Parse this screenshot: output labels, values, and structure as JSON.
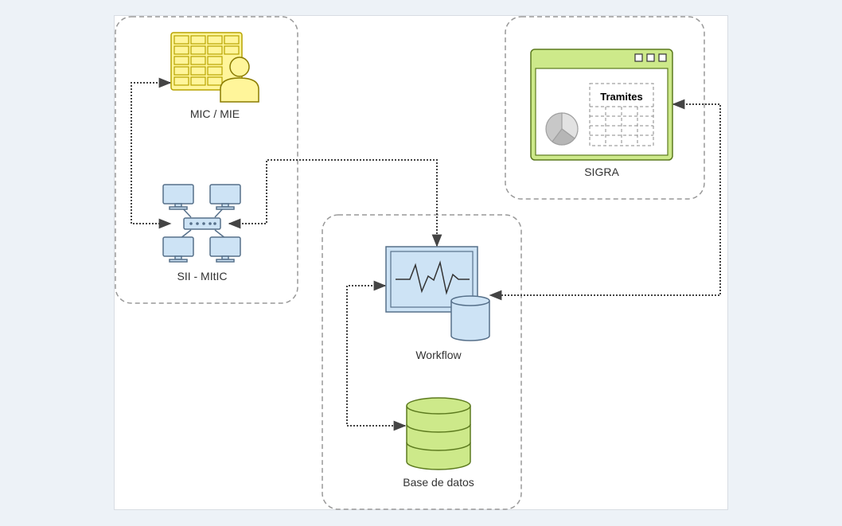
{
  "nodes": {
    "mic": {
      "label": "MIC / MIE"
    },
    "sii": {
      "label": "SII - MItIC"
    },
    "sigra": {
      "label": "SIGRA",
      "panel_title": "Tramites"
    },
    "workflow": {
      "label": "Workflow"
    },
    "database": {
      "label": "Base de datos"
    }
  },
  "colors": {
    "background": "#edf2f7",
    "group_border": "#999999",
    "connector": "#444444",
    "yellow_fill": "#fff59a",
    "yellow_stroke": "#b7a300",
    "green_fill": "#cde98a",
    "green_stroke": "#5c7a1e",
    "blue_fill": "#cde3f5",
    "blue_stroke": "#56708a"
  },
  "icons": [
    "spreadsheet-user-icon",
    "network-computers-icon",
    "browser-window-icon",
    "monitor-server-icon",
    "database-icon"
  ]
}
